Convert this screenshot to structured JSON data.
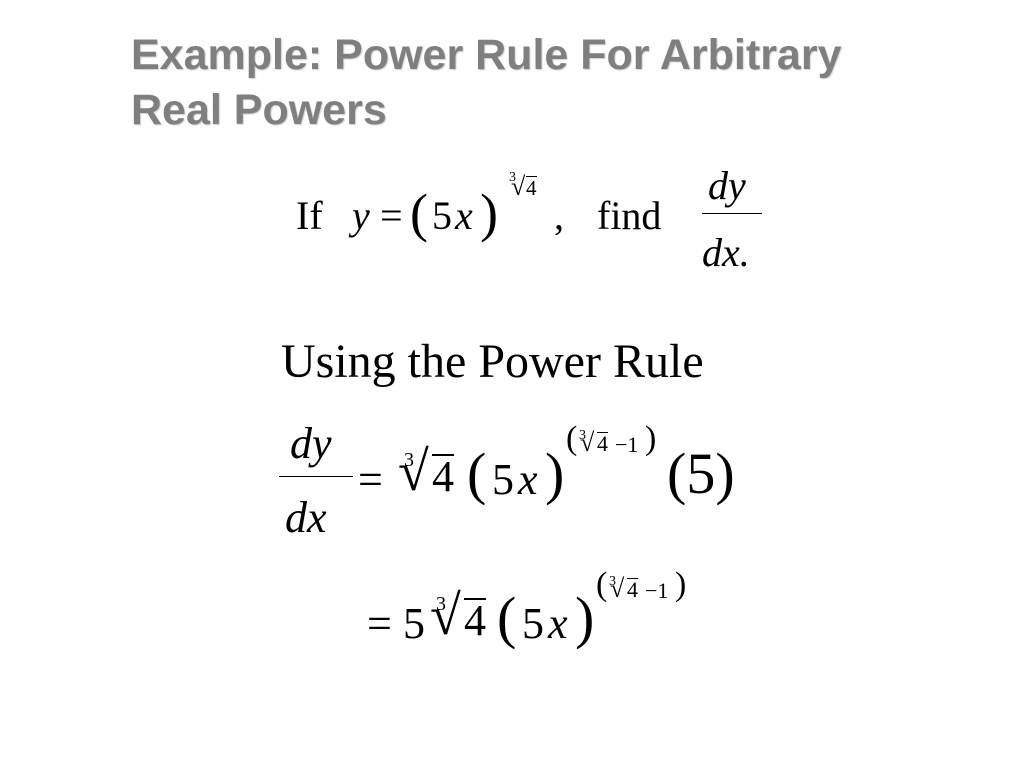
{
  "slide": {
    "title_line1": "Example: Power Rule For Arbitrary",
    "title_line2": "Real Powers"
  },
  "problem": {
    "if": "If",
    "y": "y",
    "eq": "=",
    "lparen": "(",
    "five": "5",
    "x": "x",
    "rparen": ")",
    "root_index": "3",
    "root_radical": "√",
    "root_radicand": "4",
    "comma": ",",
    "find": "find",
    "dy": "dy",
    "dx": "dx."
  },
  "method": {
    "heading": "Using the Power Rule"
  },
  "step1": {
    "dy": "dy",
    "dx": "dx",
    "eq": "=",
    "coef_index": "3",
    "coef_radical": "√",
    "coef_radicand": "4",
    "lparen": "(",
    "five": "5",
    "x": "x",
    "rparen": ")",
    "exp_lparen": "(",
    "exp_index": "3",
    "exp_radical": "√",
    "exp_radicand": "4",
    "exp_minus_one": "−1",
    "exp_rparen": ")",
    "chain": "(5)"
  },
  "step2": {
    "eq": "=",
    "five": "5",
    "coef_index": "3",
    "coef_radical": "√",
    "coef_radicand": "4",
    "lparen": "(",
    "five_inner": "5",
    "x": "x",
    "rparen": ")",
    "exp_lparen": "(",
    "exp_index": "3",
    "exp_radical": "√",
    "exp_radicand": "4",
    "exp_minus_one": "−1",
    "exp_rparen": ")"
  }
}
